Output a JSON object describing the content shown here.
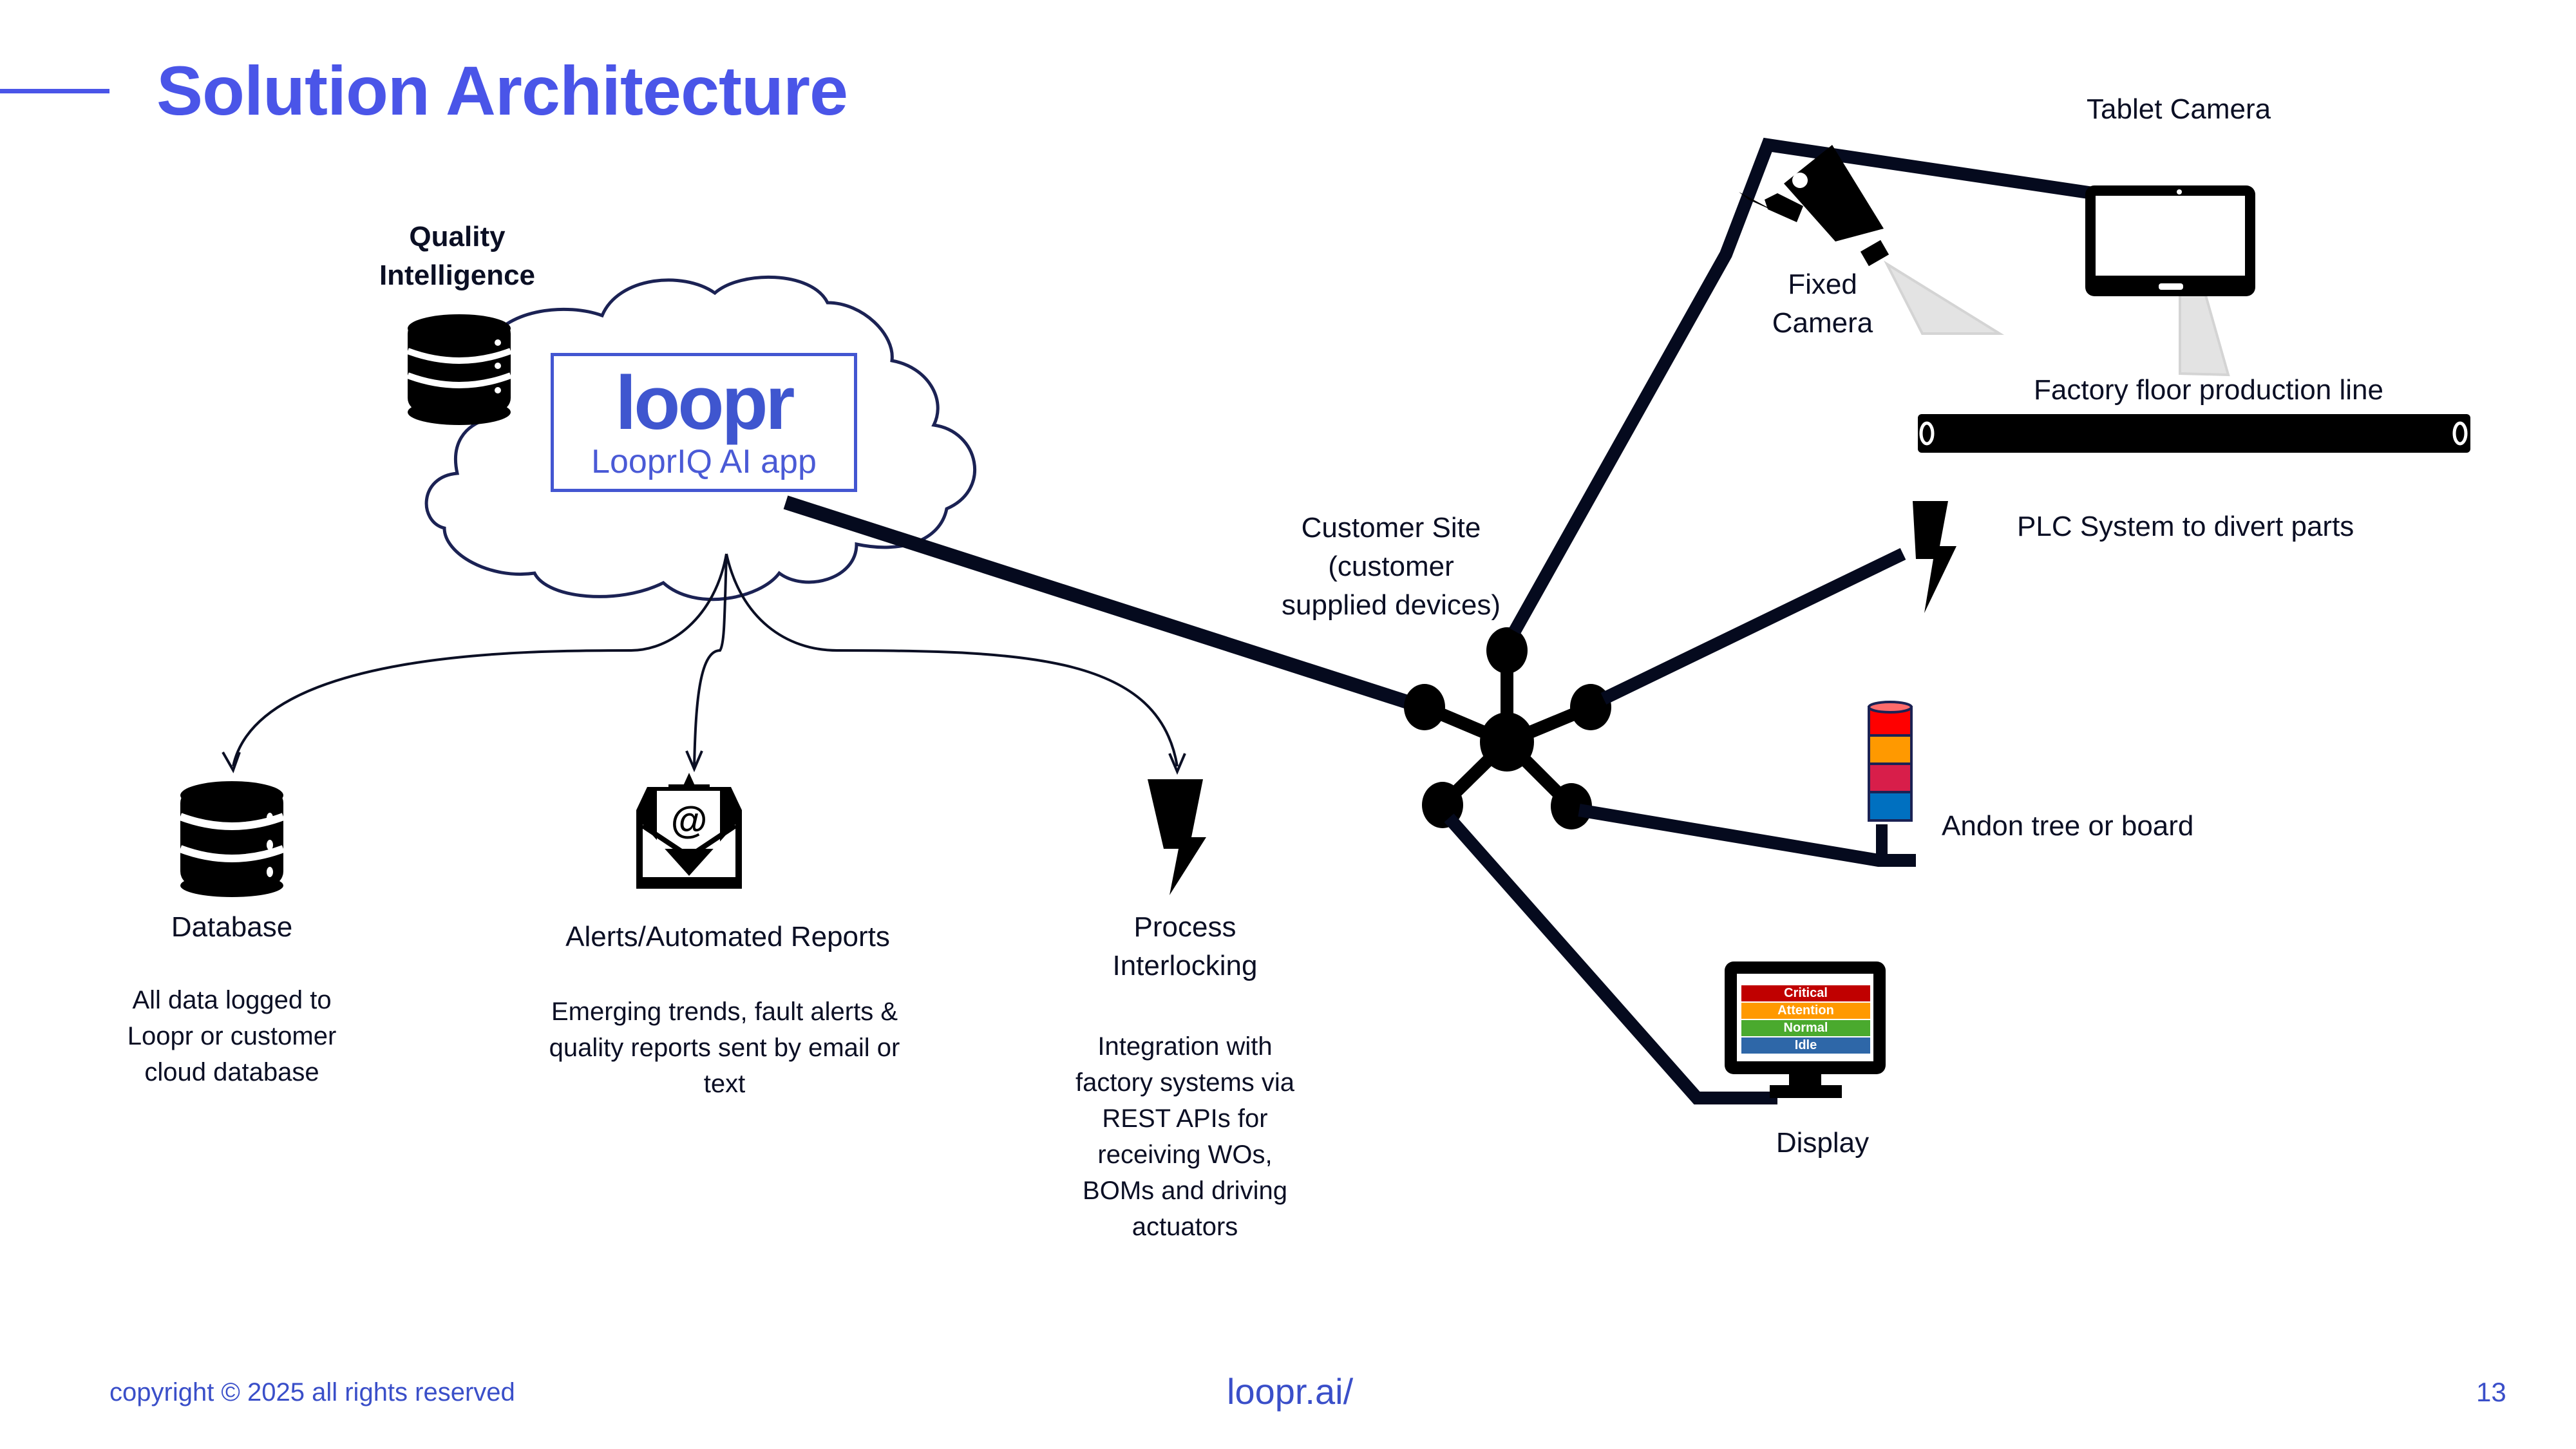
{
  "slide": {
    "title": "Solution Architecture",
    "accent_color": "#4a55e8"
  },
  "cloud": {
    "heading_line1": "Quality",
    "heading_line2": "Intelligence",
    "logo_text": "loopr",
    "app_name": "LooprIQ AI app",
    "logo_color": "#3f56cf"
  },
  "outputs": [
    {
      "icon": "database-icon",
      "title": "Database",
      "description": "All data logged to Loopr or customer cloud database"
    },
    {
      "icon": "email-at-icon",
      "title": "Alerts/Automated Reports",
      "description": "Emerging trends, fault alerts & quality reports sent by email or text"
    },
    {
      "icon": "lightning-bolt-icon",
      "title_line1": "Process",
      "title_line2": "Interlocking",
      "description": "Integration with factory systems via REST APIs for receiving WOs, BOMs and driving actuators"
    }
  ],
  "customer_site": {
    "label_line1": "Customer Site",
    "label_line2": "(customer",
    "label_line3": "supplied devices)",
    "hub_icon": "network-hub-icon"
  },
  "devices": {
    "tablet_camera": "Tablet Camera",
    "fixed_camera_line1": "Fixed",
    "fixed_camera_line2": "Camera",
    "production_line": "Factory floor production line",
    "plc": "PLC System to divert parts",
    "andon": "Andon tree or board",
    "display": "Display",
    "andon_colors": [
      "#ff0000",
      "#ff9900",
      "#d81e4a",
      "#0070c0"
    ],
    "display_rows": [
      {
        "label": "Critical",
        "color": "#c00000"
      },
      {
        "label": "Attention",
        "color": "#ff9900"
      },
      {
        "label": "Normal",
        "color": "#4aaa2e"
      },
      {
        "label": "Idle",
        "color": "#2e67a8"
      }
    ]
  },
  "footer": {
    "copyright": "copyright © 2025 all rights reserved",
    "website": "loopr.ai/",
    "page_number": "13"
  }
}
